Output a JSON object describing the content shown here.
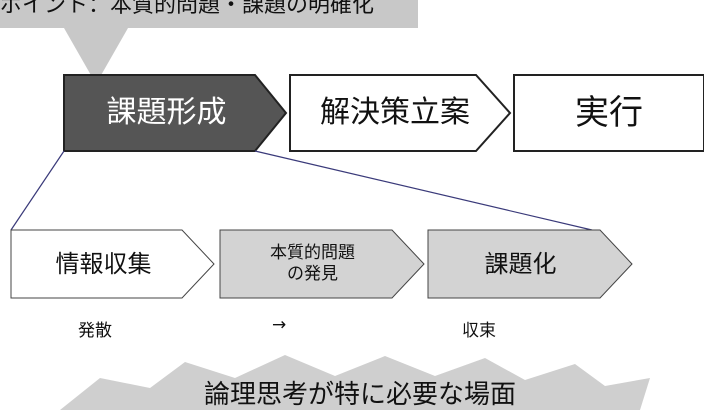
{
  "banner": {
    "text": "ポイント：本質的問題・課題の明確化"
  },
  "top_steps": [
    {
      "label": "課題形成"
    },
    {
      "label": "解決策立案"
    },
    {
      "label": "実行"
    }
  ],
  "sub_steps": [
    {
      "label": "情報収集"
    },
    {
      "line1": "本質的問題",
      "line2": "の発見"
    },
    {
      "label": "課題化"
    }
  ],
  "notes": {
    "left": "発散",
    "arrow": "→",
    "right": "収束"
  },
  "bottom_burst": {
    "text": "論理思考が特に必要な場面"
  },
  "colors": {
    "dark_fill": "#555555",
    "gray_fill": "#d3d3d3",
    "banner_fill": "#c8c8c8",
    "burst_fill": "#cfcfcf",
    "stroke": "#222222",
    "connector": "#3a3a7a"
  }
}
